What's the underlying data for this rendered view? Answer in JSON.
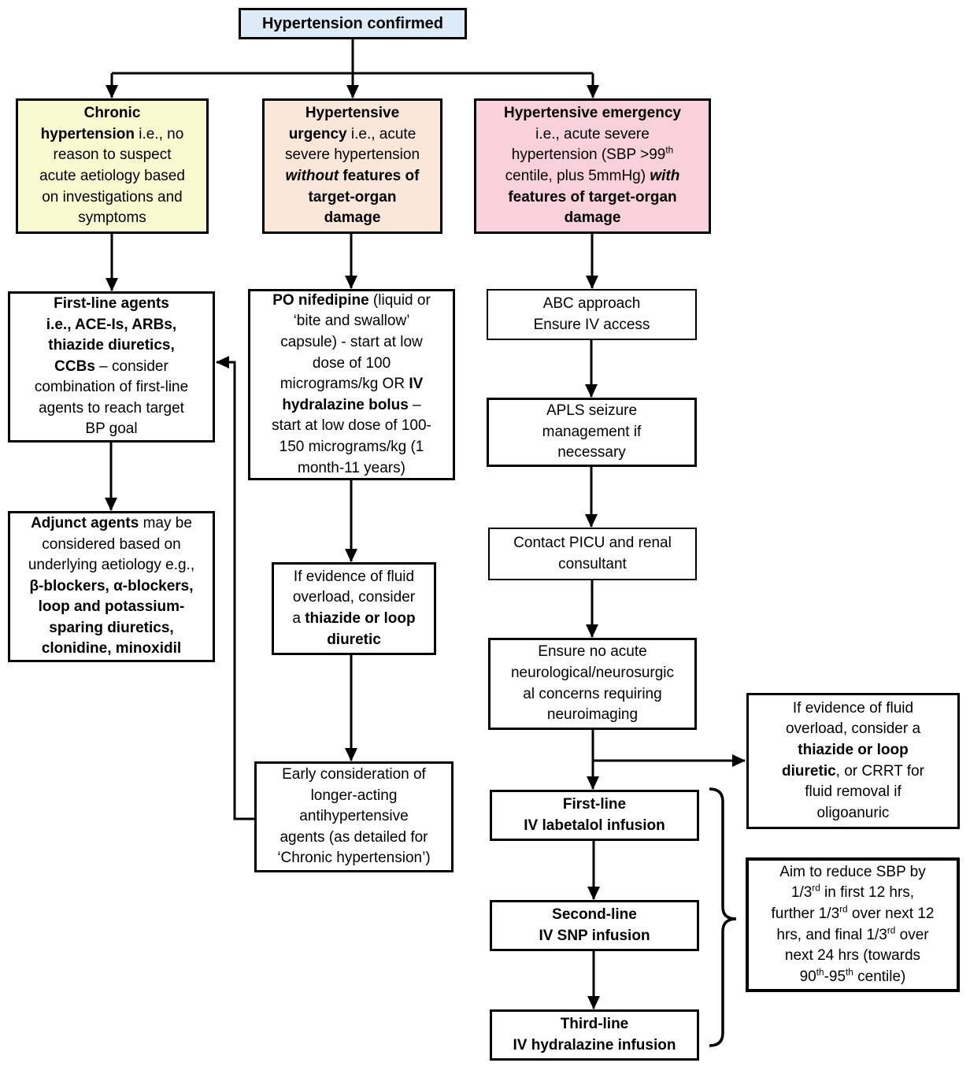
{
  "colors": {
    "confirmed_fill": "#ddebf8",
    "chronic_fill": "#fafad0",
    "urgency_fill": "#fbe7d9",
    "emergency_fill": "#f9d1dc",
    "box_border": "#000000",
    "line_color": "#000000"
  },
  "nodes": {
    "confirmed": {
      "segments": [
        {
          "t": "Hypertension confirmed",
          "b": true
        }
      ]
    },
    "chronic": {
      "segments": [
        {
          "t": "Chronic\nhypertension",
          "b": true
        },
        {
          "t": " i.e., no\nreason to suspect\nacute aetiology based\non investigations and\nsymptoms"
        }
      ]
    },
    "urgency": {
      "segments": [
        {
          "t": "Hypertensive\nurgency",
          "b": true
        },
        {
          "t": " i.e., acute\nsevere hypertension\n"
        },
        {
          "t": "without",
          "b": true,
          "i": true
        },
        {
          "t": " ",
          "b": true
        },
        {
          "t": "features of\ntarget-organ\ndamage",
          "b": true
        }
      ]
    },
    "emergency": {
      "segments": [
        {
          "t": "Hypertensive emergency",
          "b": true
        },
        {
          "t": "\ni.e., acute severe\nhypertension (SBP >99"
        },
        {
          "t": "th",
          "sup": true
        },
        {
          "t": "\ncentile, plus 5mmHg) "
        },
        {
          "t": "with",
          "b": true,
          "i": true
        },
        {
          "t": "\n"
        },
        {
          "t": "features of target-organ\ndamage",
          "b": true
        }
      ]
    },
    "first_line_agents": {
      "segments": [
        {
          "t": "First-line agents\ni.e., ACE-Is, ARBs,\nthiazide diuretics,\nCCBs",
          "b": true
        },
        {
          "t": " – consider\ncombination of first-line\nagents to reach target\nBP goal"
        }
      ]
    },
    "adjunct_agents": {
      "segments": [
        {
          "t": "Adjunct agents",
          "b": true
        },
        {
          "t": " may be\nconsidered based on\nunderlying aetiology e.g.,\n"
        },
        {
          "t": "β-blockers, α-blockers,\nloop and potassium-\nsparing diuretics,\nclonidine, minoxidil",
          "b": true
        }
      ]
    },
    "po_nifedipine": {
      "segments": [
        {
          "t": "PO nifedipine",
          "b": true
        },
        {
          "t": " (liquid or\n‘bite and swallow’\ncapsule) - start at low\ndose of 100\nmicrograms/kg OR "
        },
        {
          "t": "IV\nhydralazine bolus",
          "b": true
        },
        {
          "t": " –\nstart at low dose of 100-\n150 micrograms/kg (1\nmonth-11 years)"
        }
      ]
    },
    "fluid_overload_urgency": {
      "segments": [
        {
          "t": "If evidence of fluid\noverload, consider\na "
        },
        {
          "t": "thiazide or loop\ndiuretic",
          "b": true
        }
      ]
    },
    "early_consideration": {
      "segments": [
        {
          "t": "Early consideration of\nlonger-acting\nantihypertensive\nagents (as detailed for\n‘Chronic hypertension’)"
        }
      ]
    },
    "abc_approach": {
      "segments": [
        {
          "t": "ABC approach\nEnsure IV access"
        }
      ]
    },
    "apls_seizure": {
      "segments": [
        {
          "t": "APLS seizure\nmanagement if\nnecessary"
        }
      ]
    },
    "contact_picu": {
      "segments": [
        {
          "t": "Contact PICU and renal\nconsultant"
        }
      ]
    },
    "ensure_no_neuro": {
      "segments": [
        {
          "t": "Ensure no acute\nneurological/neurosurgic\nal concerns requiring\nneuroimaging"
        }
      ]
    },
    "first_line_iv": {
      "segments": [
        {
          "t": "First-line\nIV labetalol infusion",
          "b": true
        }
      ]
    },
    "second_line_iv": {
      "segments": [
        {
          "t": "Second-line\nIV SNP infusion",
          "b": true
        }
      ]
    },
    "third_line_iv": {
      "segments": [
        {
          "t": "Third-line\nIV hydralazine infusion",
          "b": true
        }
      ]
    },
    "fluid_overload_emergency": {
      "segments": [
        {
          "t": "If evidence of fluid\noverload, consider a\n"
        },
        {
          "t": "thiazide or loop\ndiuretic",
          "b": true
        },
        {
          "t": ", or CRRT for\nfluid removal if\noligoanuric"
        }
      ]
    },
    "sbp_reduction_aim": {
      "segments": [
        {
          "t": "Aim to reduce SBP by\n1/3"
        },
        {
          "t": "rd",
          "sup": true
        },
        {
          "t": " in first 12 hrs,\nfurther 1/3"
        },
        {
          "t": "rd",
          "sup": true
        },
        {
          "t": " over next 12\nhrs, and final 1/3"
        },
        {
          "t": "rd",
          "sup": true
        },
        {
          "t": " over\nnext 24 hrs (towards\n90"
        },
        {
          "t": "th",
          "sup": true
        },
        {
          "t": "-95"
        },
        {
          "t": "th",
          "sup": true
        },
        {
          "t": " centile)"
        }
      ]
    }
  }
}
